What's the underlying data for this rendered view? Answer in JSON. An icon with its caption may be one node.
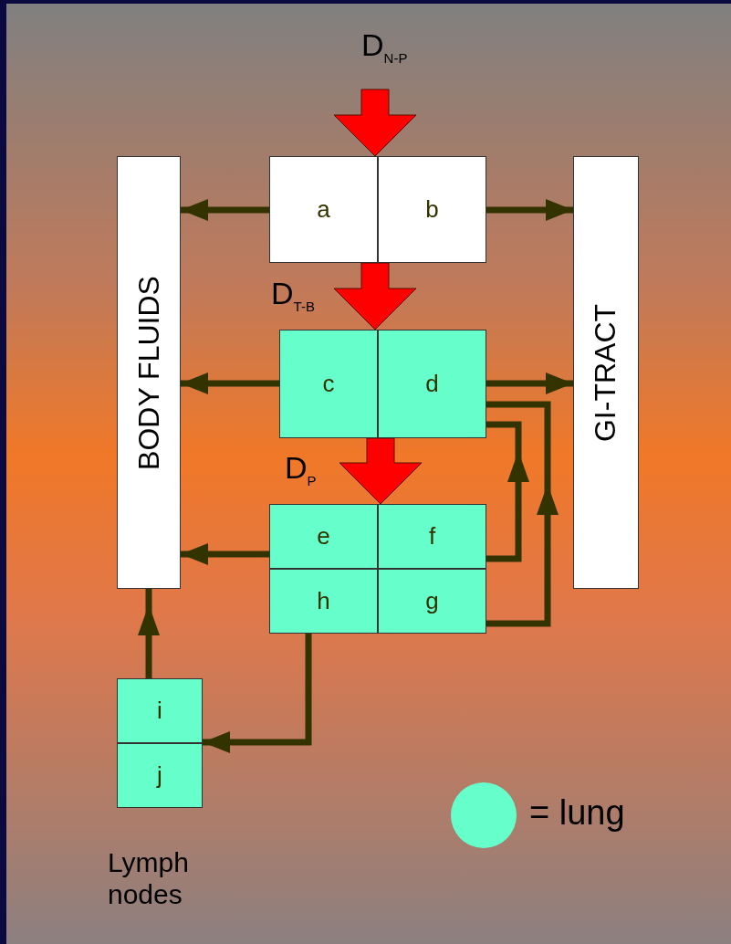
{
  "diagram": {
    "nodes": [
      {
        "text": [
          "BODY FLUIDS"
        ]
      },
      {
        "text": [],
        "shape": "box"
      },
      {
        "text": [
          "a"
        ],
        "in": 1
      },
      {
        "text": [
          "b"
        ],
        "in": 1
      },
      {
        "text": [
          "GI-TRACT"
        ]
      },
      {
        "text": [],
        "shape": "box"
      },
      {
        "text": [
          "c"
        ],
        "in": 5
      },
      {
        "text": [
          "d"
        ],
        "in": 5
      },
      {
        "text": [],
        "shape": "box"
      },
      {
        "text": [
          "e"
        ],
        "in": 8
      },
      {
        "text": [
          "f"
        ],
        "in": 8
      },
      {
        "text": [
          "h"
        ],
        "in": 8
      },
      {
        "text": [
          "g"
        ],
        "in": 8
      },
      {
        "text": [],
        "shape": "box",
        "beside": [
          "Lymph nodes"
        ]
      },
      {
        "text": [
          "i"
        ],
        "in": 13
      },
      {
        "text": [
          "j"
        ],
        "in": 13
      }
    ],
    "edges": [
      {
        "from": null,
        "to": 1,
        "arrow": "to",
        "label": "D$_{N-P}$",
        "style": "thick",
        "color": "#ff0000"
      },
      {
        "from": 1,
        "to": 5,
        "arrow": "to",
        "label": "D$_{T-B}$",
        "style": "thick",
        "color": "#ff0000"
      },
      {
        "from": 5,
        "to": 8,
        "arrow": "to",
        "label": "D$_{P}$",
        "style": "thick",
        "color": "#ff0000"
      },
      {
        "from": 2,
        "to": 0,
        "arrow": "to"
      },
      {
        "from": 3,
        "to": 4,
        "arrow": "to"
      },
      {
        "from": 6,
        "to": 0,
        "arrow": "to"
      },
      {
        "from": 7,
        "to": 4,
        "arrow": "to"
      },
      {
        "from": 9,
        "to": 0,
        "arrow": "to"
      },
      {
        "from": 10,
        "to": 7,
        "arrow": "to"
      },
      {
        "from": 12,
        "to": 7,
        "arrow": "to"
      },
      {
        "from": 11,
        "to": 14,
        "arrow": "to"
      },
      {
        "from": 14,
        "to": 0,
        "arrow": "to"
      }
    ],
    "legend": [
      {
        "text": "= lung",
        "color": "#66ffcc"
      }
    ]
  }
}
